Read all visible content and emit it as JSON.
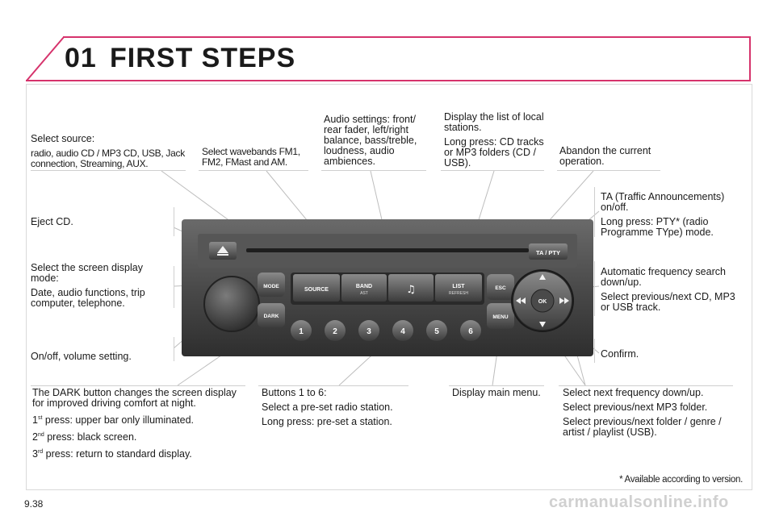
{
  "header": {
    "chapter_number": "01",
    "chapter_title": "FIRST STEPS"
  },
  "page_number": "9.38",
  "watermark": "carmanualsonline.info",
  "footnote": "* Available according to version.",
  "callouts": {
    "select_source": {
      "title": "Select source:",
      "detail": "radio, audio CD / MP3 CD, USB, Jack connection, Streaming, AUX."
    },
    "wavebands": "Select wavebands FM1, FM2, FMast and AM.",
    "audio_settings": "Audio settings: front/ rear fader, left/right balance, bass/treble, loudness, audio ambiences.",
    "list": {
      "line1": "Display the list of local stations.",
      "line2": "Long press: CD tracks or MP3 folders (CD / USB)."
    },
    "abandon": "Abandon the current operation.",
    "ta": {
      "line1": "TA (Traffic Announcements) on/off.",
      "line2": "Long press: PTY* (radio Programme TYpe) mode."
    },
    "eject": "Eject CD.",
    "screen_mode": {
      "line1": "Select the screen display mode:",
      "line2": "Date, audio functions, trip computer, telephone."
    },
    "auto_freq": {
      "line1": "Automatic frequency search down/up.",
      "line2": "Select previous/next CD, MP3 or USB track."
    },
    "onoff": "On/off, volume setting.",
    "confirm": "Confirm.",
    "dark": {
      "line1": "The DARK button changes the screen display for improved driving comfort at night.",
      "p1_num": "1",
      "p1_sup": "st",
      "p1_text": " press: upper bar only illuminated.",
      "p2_num": "2",
      "p2_sup": "nd",
      "p2_text": " press: black screen.",
      "p3_num": "3",
      "p3_sup": "rd",
      "p3_text": " press: return to standard display."
    },
    "buttons16": {
      "line1": "Buttons 1 to 6:",
      "line2": "Select a pre-set radio station.",
      "line3": "Long press: pre-set a station."
    },
    "main_menu": "Display main menu.",
    "next_freq": {
      "line1": "Select next frequency down/up.",
      "line2": "Select previous/next MP3 folder.",
      "line3": "Select previous/next folder / genre / artist / playlist (USB)."
    }
  },
  "radio": {
    "source_label": "SOURCE",
    "band_label": "BAND",
    "band_sub": "AST",
    "list_label": "LIST",
    "list_sub": "REFRESH",
    "note_icon": "music-note-icon",
    "mode_label": "MODE",
    "dark_label": "DARK",
    "esc_label": "ESC",
    "menu_label": "MENU",
    "ok_label": "OK",
    "ta_label": "TA / PTY",
    "presets": [
      "1",
      "2",
      "3",
      "4",
      "5",
      "6"
    ],
    "eject_icon": "eject-icon"
  },
  "colors": {
    "accent": "#d6336c",
    "panel": "#3a3a3a",
    "button": "#5a5a5a"
  }
}
